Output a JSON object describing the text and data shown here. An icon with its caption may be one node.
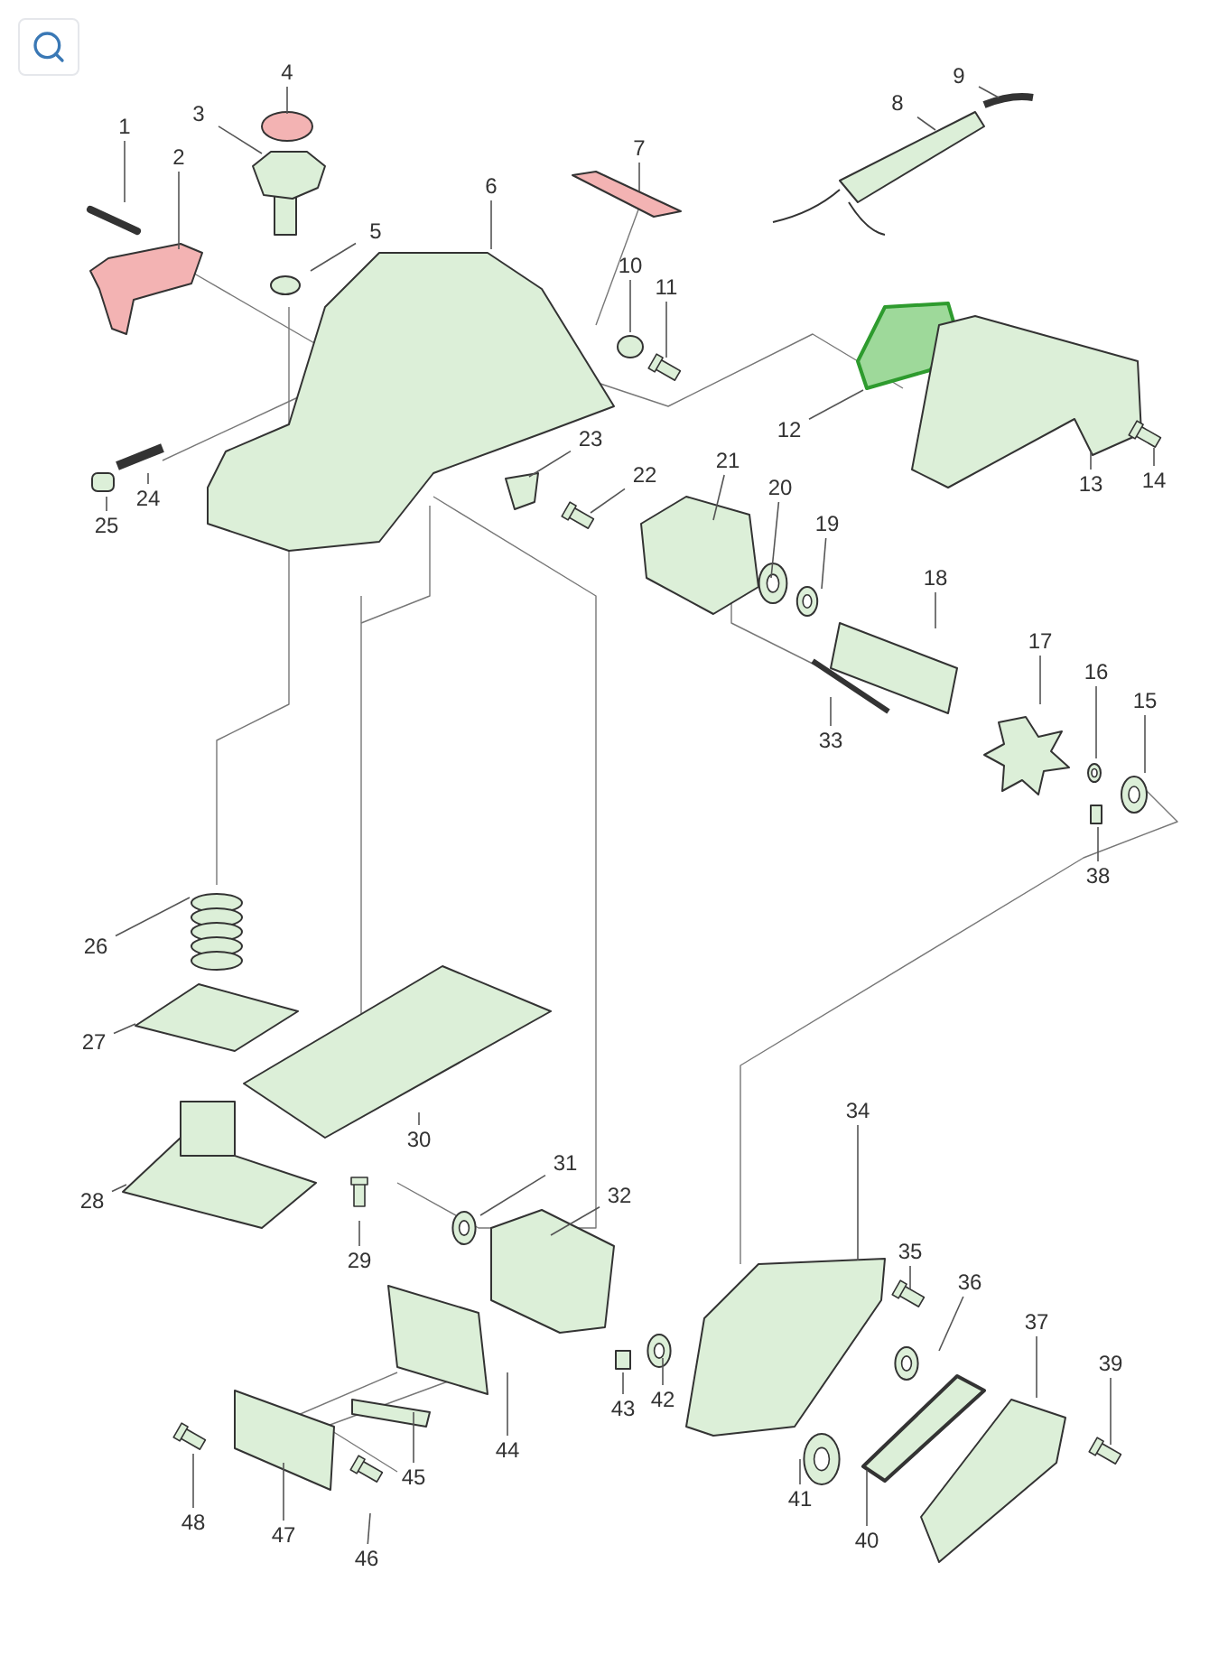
{
  "diagram": {
    "nodes": [
      {
        "text": [
          "1"
        ]
      },
      {
        "text": [
          "2"
        ]
      },
      {
        "text": [
          "3"
        ]
      },
      {
        "text": [
          "4"
        ]
      },
      {
        "text": [
          "5"
        ]
      },
      {
        "text": [
          "6"
        ]
      },
      {
        "text": [
          "7"
        ]
      },
      {
        "text": [
          "8"
        ]
      },
      {
        "text": [
          "9"
        ]
      },
      {
        "text": [
          "10"
        ]
      },
      {
        "text": [
          "11"
        ]
      },
      {
        "text": [
          "12"
        ]
      },
      {
        "text": [
          "13"
        ]
      },
      {
        "text": [
          "14"
        ]
      },
      {
        "text": [
          "15"
        ]
      },
      {
        "text": [
          "16"
        ]
      },
      {
        "text": [
          "17"
        ]
      },
      {
        "text": [
          "18"
        ]
      },
      {
        "text": [
          "19"
        ]
      },
      {
        "text": [
          "20"
        ]
      },
      {
        "text": [
          "21"
        ]
      },
      {
        "text": [
          "22"
        ]
      },
      {
        "text": [
          "23"
        ]
      },
      {
        "text": [
          "24"
        ]
      },
      {
        "text": [
          "25"
        ]
      },
      {
        "text": [
          "26"
        ]
      },
      {
        "text": [
          "27"
        ]
      },
      {
        "text": [
          "28"
        ]
      },
      {
        "text": [
          "29"
        ]
      },
      {
        "text": [
          "30"
        ]
      },
      {
        "text": [
          "31"
        ]
      },
      {
        "text": [
          "32"
        ]
      },
      {
        "text": [
          "33"
        ]
      },
      {
        "text": [
          "34"
        ]
      },
      {
        "text": [
          "35"
        ]
      },
      {
        "text": [
          "36"
        ]
      },
      {
        "text": [
          "37"
        ]
      },
      {
        "text": [
          "38"
        ]
      },
      {
        "text": [
          "39"
        ]
      },
      {
        "text": [
          "40"
        ]
      },
      {
        "text": [
          "41"
        ]
      },
      {
        "text": [
          "42"
        ]
      },
      {
        "text": [
          "43"
        ]
      },
      {
        "text": [
          "44"
        ]
      },
      {
        "text": [
          "45"
        ]
      },
      {
        "text": [
          "46"
        ]
      },
      {
        "text": [
          "47"
        ]
      },
      {
        "text": [
          "48"
        ]
      }
    ],
    "edges": [
      {
        "from": 0,
        "to": null,
        "arrow": "none"
      },
      {
        "from": 1,
        "to": null,
        "arrow": "none"
      },
      {
        "from": 2,
        "to": null,
        "arrow": "none"
      },
      {
        "from": 3,
        "to": null,
        "arrow": "none"
      },
      {
        "from": 4,
        "to": null,
        "arrow": "none"
      },
      {
        "from": 5,
        "to": null,
        "arrow": "none"
      },
      {
        "from": 6,
        "to": null,
        "arrow": "none"
      },
      {
        "from": 7,
        "to": null,
        "arrow": "none"
      },
      {
        "from": 8,
        "to": null,
        "arrow": "none"
      },
      {
        "from": 9,
        "to": null,
        "arrow": "none"
      },
      {
        "from": 10,
        "to": null,
        "arrow": "none"
      },
      {
        "from": 11,
        "to": null,
        "arrow": "none"
      },
      {
        "from": 12,
        "to": null,
        "arrow": "none"
      },
      {
        "from": 13,
        "to": null,
        "arrow": "none"
      },
      {
        "from": 14,
        "to": null,
        "arrow": "none"
      },
      {
        "from": 15,
        "to": null,
        "arrow": "none"
      },
      {
        "from": 16,
        "to": null,
        "arrow": "none"
      },
      {
        "from": 17,
        "to": null,
        "arrow": "none"
      },
      {
        "from": 18,
        "to": null,
        "arrow": "none"
      },
      {
        "from": 19,
        "to": null,
        "arrow": "none"
      },
      {
        "from": 20,
        "to": null,
        "arrow": "none"
      },
      {
        "from": 21,
        "to": null,
        "arrow": "none"
      },
      {
        "from": 22,
        "to": null,
        "arrow": "none"
      },
      {
        "from": 23,
        "to": null,
        "arrow": "none"
      },
      {
        "from": 24,
        "to": null,
        "arrow": "none"
      },
      {
        "from": 25,
        "to": null,
        "arrow": "none"
      },
      {
        "from": 26,
        "to": null,
        "arrow": "none"
      },
      {
        "from": 27,
        "to": null,
        "arrow": "none"
      },
      {
        "from": 28,
        "to": null,
        "arrow": "none"
      },
      {
        "from": 29,
        "to": null,
        "arrow": "none"
      },
      {
        "from": 30,
        "to": null,
        "arrow": "none"
      },
      {
        "from": 31,
        "to": null,
        "arrow": "none"
      },
      {
        "from": 32,
        "to": null,
        "arrow": "none"
      },
      {
        "from": 33,
        "to": null,
        "arrow": "none"
      },
      {
        "from": 34,
        "to": null,
        "arrow": "none"
      },
      {
        "from": 35,
        "to": null,
        "arrow": "none"
      },
      {
        "from": 36,
        "to": null,
        "arrow": "none"
      },
      {
        "from": 37,
        "to": null,
        "arrow": "none"
      },
      {
        "from": 38,
        "to": null,
        "arrow": "none"
      },
      {
        "from": 39,
        "to": null,
        "arrow": "none"
      },
      {
        "from": 40,
        "to": null,
        "arrow": "none"
      },
      {
        "from": 41,
        "to": null,
        "arrow": "none"
      },
      {
        "from": 42,
        "to": null,
        "arrow": "none"
      },
      {
        "from": 43,
        "to": null,
        "arrow": "none"
      },
      {
        "from": 44,
        "to": null,
        "arrow": "none"
      },
      {
        "from": 45,
        "to": null,
        "arrow": "none"
      },
      {
        "from": 46,
        "to": null,
        "arrow": "none"
      },
      {
        "from": 47,
        "to": null,
        "arrow": "none"
      }
    ]
  }
}
